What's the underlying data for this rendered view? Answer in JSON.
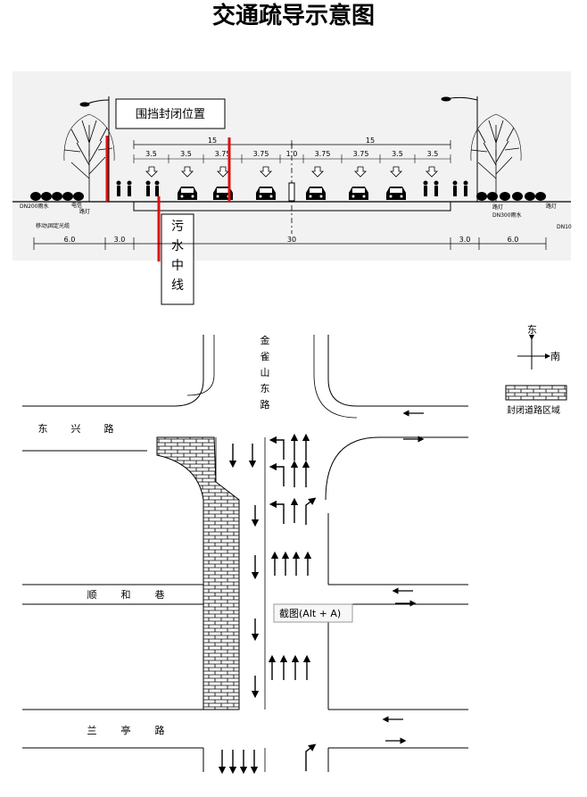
{
  "title": "交通疏导示意图",
  "cross_section": {
    "callout_barrier": "围挡封闭位置",
    "callout_sewer_chars": [
      "污",
      "水",
      "中",
      "线"
    ],
    "half_width_left": "15",
    "half_width_right": "15",
    "lane_widths": [
      "3.5",
      "3.5",
      "3.75",
      "3.75",
      "1.0",
      "3.75",
      "3.75",
      "3.5",
      "3.5"
    ],
    "bottom_dims": [
      "6.0",
      "3.0",
      "30",
      "3.0",
      "6.0"
    ],
    "pipe_left": "DN200雨水",
    "pipe_right": "DN300雨水",
    "pipe_right_edge": "DN10",
    "label_streetlight_left": "路灯",
    "label_streetlight_right": "路灯",
    "label_bottom_left": "移动\\固定光缆",
    "label_telecom": "电信",
    "label_right_small": "路灯"
  },
  "plan": {
    "road_north": [
      "金",
      "雀",
      "山",
      "东",
      "路"
    ],
    "road_dongxing": [
      "东",
      "兴",
      "路"
    ],
    "road_shunhe": [
      "顺",
      "和",
      "巷"
    ],
    "road_lanting": [
      "兰",
      "亭",
      "路"
    ],
    "compass_east": "东",
    "compass_south": "南",
    "legend_label": "封闭道路区域",
    "tooltip": "截图(Alt + A)"
  }
}
